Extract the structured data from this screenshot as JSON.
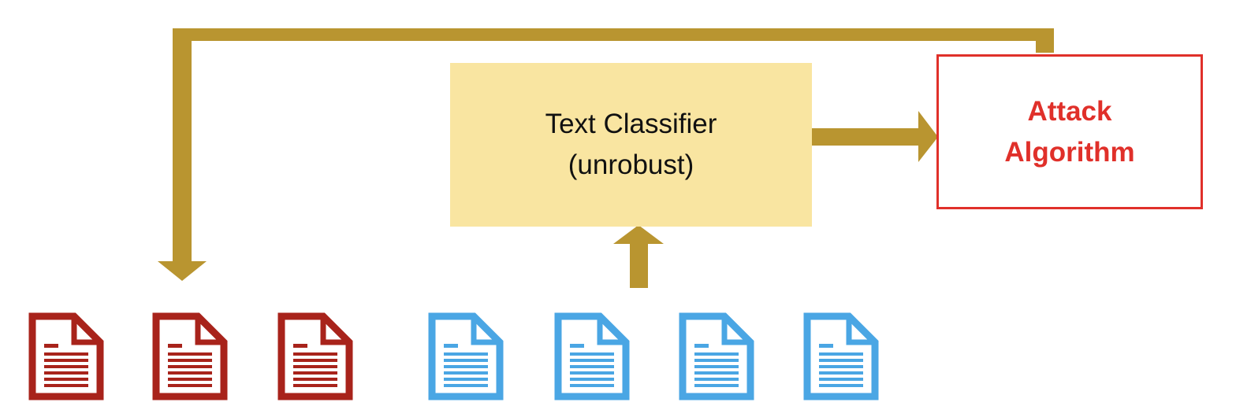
{
  "classifier": {
    "line1": "Text Classifier",
    "line2": "(unrobust)"
  },
  "attack": {
    "line1": "Attack",
    "line2": "Algorithm"
  },
  "documents": {
    "adversarial": [
      {
        "kind": "adversarial-document"
      },
      {
        "kind": "adversarial-document"
      },
      {
        "kind": "adversarial-document"
      }
    ],
    "original": [
      {
        "kind": "original-document"
      },
      {
        "kind": "original-document"
      },
      {
        "kind": "original-document"
      },
      {
        "kind": "original-document"
      }
    ]
  },
  "colors": {
    "arrow": "#b99530",
    "classifier_fill": "#f9e5a1",
    "attack_border": "#e0302a",
    "attack_text": "#e0302a",
    "adversarial_doc": "#a8231b",
    "original_doc": "#4aa6e4"
  }
}
